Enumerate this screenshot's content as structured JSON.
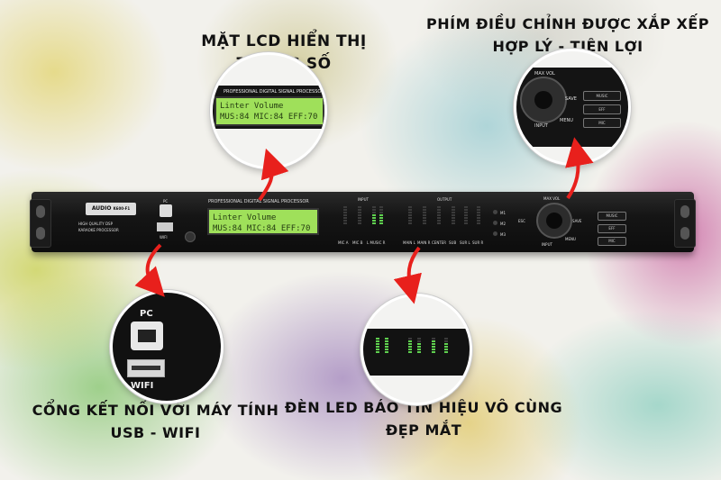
{
  "captions": {
    "lcd": "MẶT LCD HIỂN THỊ THÔNG SỐ",
    "buttons_line1": "PHÍM ĐIỀU CHỈNH ĐƯỢC XẮP XẾP",
    "buttons_line2": "HỢP LÝ - TIỆN LỢI",
    "usb_line1": "CỔNG KẾT NỐI VỚI MÁY TÍNH",
    "usb_line2": "USB - WIFI",
    "led_line1": "ĐÈN LED BÁO TÍN HIỆU  VÔ CÙNG",
    "led_line2": "ĐẸP MẮT"
  },
  "device": {
    "brand": "AUDIO",
    "model": "K600-F1",
    "tagline1": "HIGH QUALITY DSP",
    "tagline2": "KARAOKE PROCESSOR",
    "panel_title": "PROFESSIONAL DIGITAL SIGNAL PROCESSOR",
    "pc_label": "PC",
    "wifi_label": "WIFI",
    "lcd_line1": "Linter Volume",
    "lcd_line2": "MUS:84 MIC:84 EFF:70",
    "input_label": "INPUT",
    "output_label": "OUTPUT",
    "input_channels": [
      "MIC A",
      "MIC B",
      "L MUSIC R"
    ],
    "output_channels": [
      "MAIN L",
      "MAIN R",
      "CENTER",
      "SUB",
      "SUR L",
      "SUR R"
    ],
    "side_leds": [
      "M1",
      "M2",
      "M3"
    ],
    "knob_labels": {
      "top": "MAX VOL",
      "left": "ESC",
      "right": "SAVE",
      "bottom": "INPUT",
      "bottom_right": "MENU"
    },
    "keys": [
      "MUSIC",
      "EFF",
      "MIC"
    ]
  },
  "zoom_usb": {
    "pc": "PC",
    "wifi": "WIFI"
  },
  "zoom_buttons": {
    "top": "MAX VOL",
    "right": "SAVE",
    "bottom_left": "INPUT",
    "bottom_right": "MENU",
    "keys": [
      "MUSIC",
      "EFF",
      "MIC"
    ]
  },
  "colors": {
    "lcd_green": "#9fe05a",
    "arrow_red": "#e8201c",
    "led_green": "#5fd04f"
  }
}
